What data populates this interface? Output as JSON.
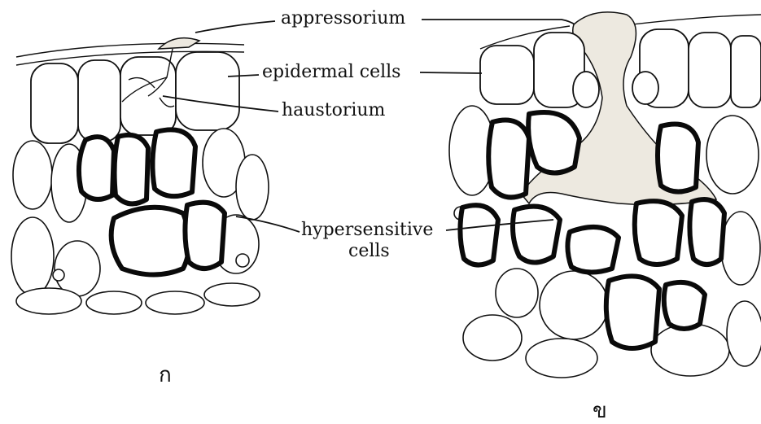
{
  "labels": {
    "appressorium": "appressorium",
    "epidermal_cells": "epidermal cells",
    "haustorium": "haustorium",
    "hypersensitive_line1": "hypersensitive",
    "hypersensitive_line2": "cells"
  },
  "panels": {
    "left": "ก",
    "right": "ข"
  }
}
